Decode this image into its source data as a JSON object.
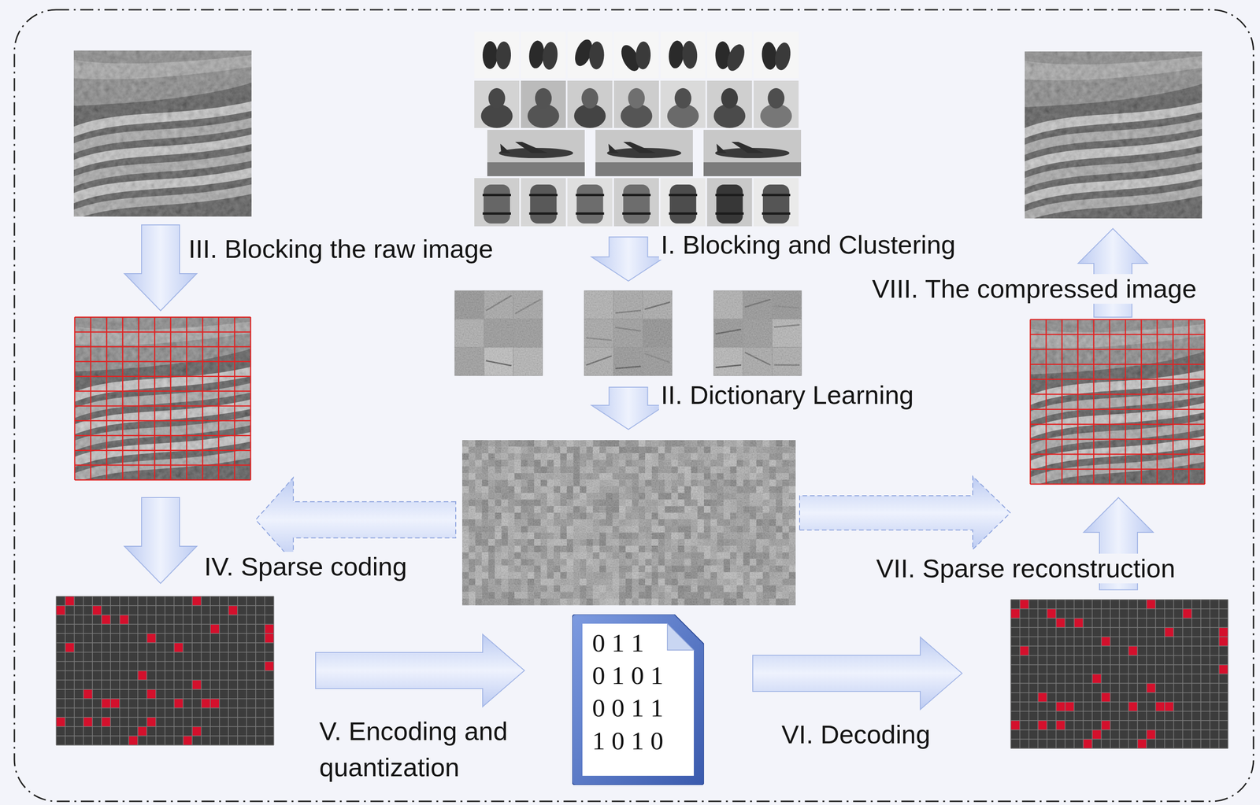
{
  "diagram": {
    "nodes": [
      {
        "text": [
          "0 1 1",
          "0 1 0 1",
          "0 0 1 1",
          "1 0 1 0"
        ]
      }
    ],
    "labels": [
      "III. Blocking the raw image",
      "I. Blocking and Clustering",
      "VIII. The compressed image",
      "II. Dictionary Learning",
      "IV. Sparse coding",
      "VII. Sparse reconstruction",
      "V. Encoding and quantization",
      "VI. Decoding"
    ]
  }
}
